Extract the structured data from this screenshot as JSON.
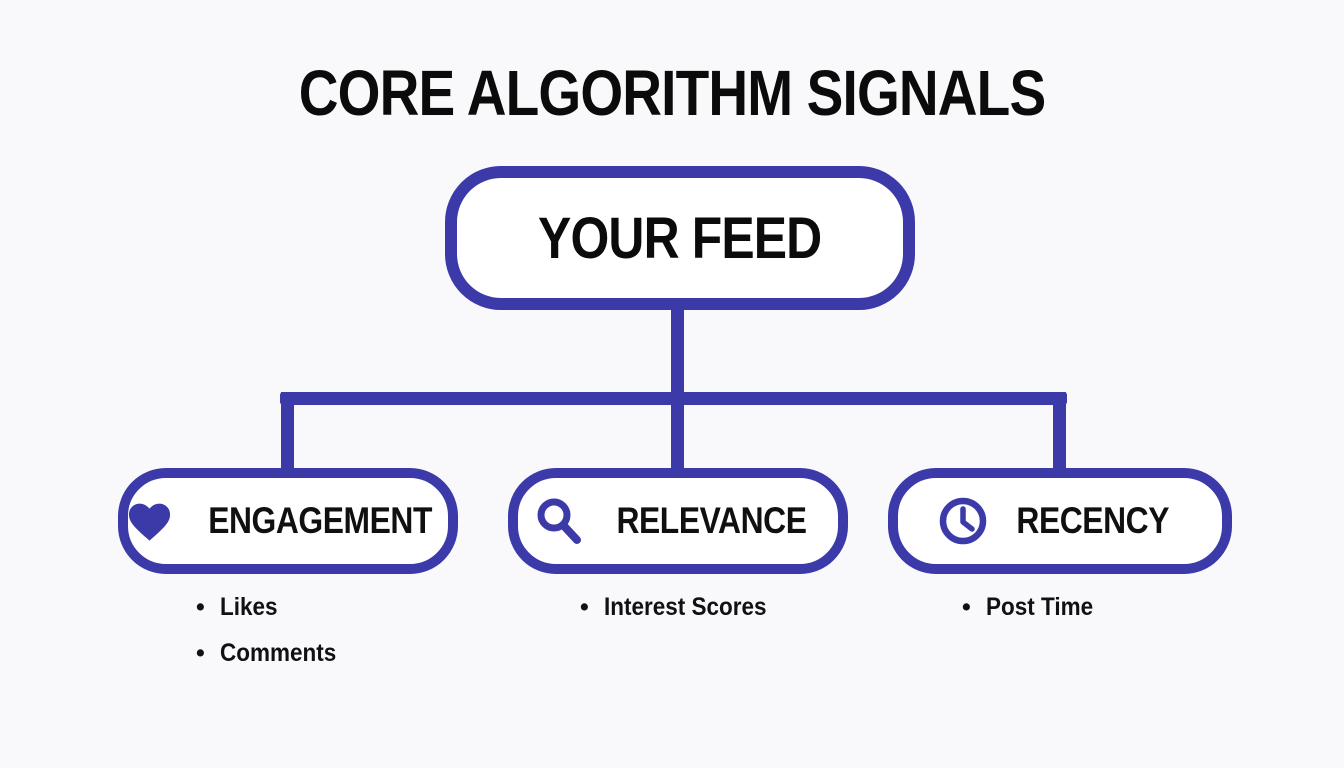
{
  "title": "CORE ALGORITHM SIGNALS",
  "colors": {
    "accent": "#3b3aa8",
    "text": "#0e0e0e",
    "background": "#f9f9fb",
    "node_fill": "#ffffff"
  },
  "tree": {
    "root": {
      "label": "YOUR FEED"
    },
    "children": [
      {
        "label": "ENGAGEMENT",
        "icon": "heart-icon",
        "bullets": [
          "Likes",
          "Comments"
        ]
      },
      {
        "label": "RELEVANCE",
        "icon": "search-icon",
        "bullets": [
          "Interest Scores"
        ]
      },
      {
        "label": "RECENCY",
        "icon": "clock-icon",
        "bullets": [
          "Post Time"
        ]
      }
    ]
  }
}
